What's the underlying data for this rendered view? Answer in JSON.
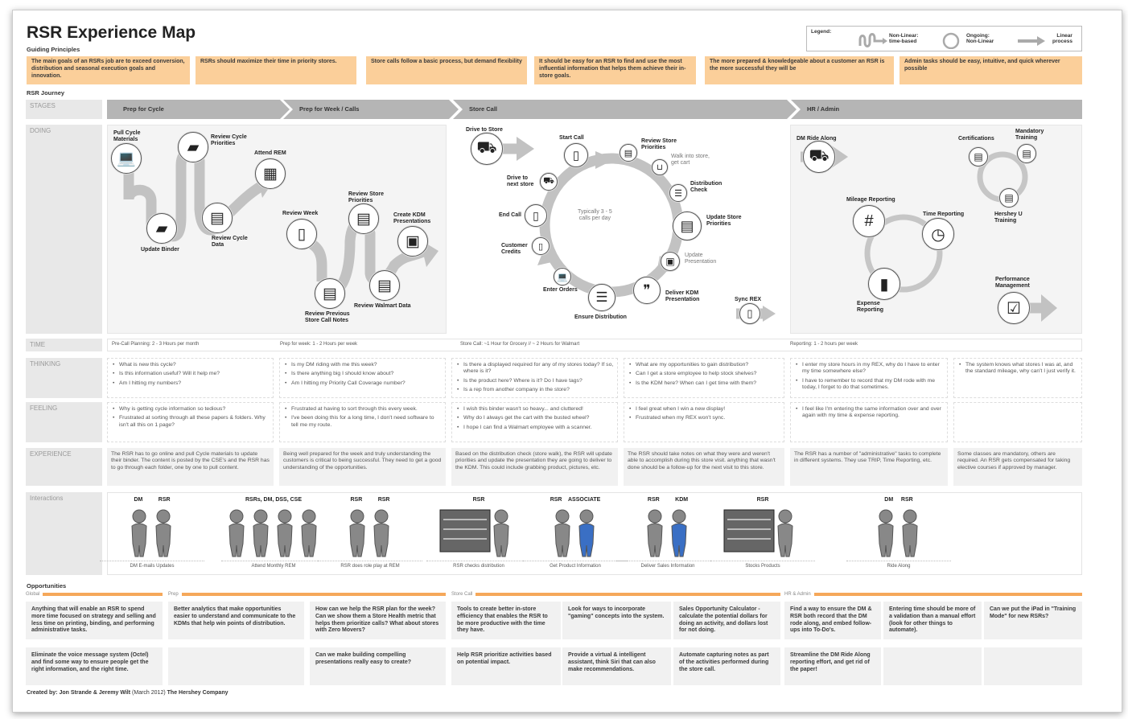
{
  "title": "RSR Experience Map",
  "guiding_label": "Guiding Principles",
  "principles": [
    "The main goals of an RSRs job are to exceed conversion, distribution and seasonal execution goals and innovation.",
    "RSRs should maximize their time in priority stores.",
    "Store calls follow a basic process, but demand flexibility",
    "It should be easy for an RSR to find and use the most influential information that helps them achieve their in-store goals.",
    "The more prepared & knowledgeable about a customer an RSR is the more successful they will be",
    "Admin tasks should be easy, intuitive, and quick wherever possible"
  ],
  "legend": {
    "label": "Legend:",
    "items": [
      "Non-Linear:\ntime-based",
      "Ongoing:\nNon-Linear",
      "Linear\nprocess"
    ]
  },
  "journey_label": "RSR Journey",
  "row_labels": {
    "stages": "STAGES",
    "doing": "DOING",
    "time": "TIME",
    "thinking": "THINKING",
    "feeling": "FEELING",
    "experience": "EXPERIENCE",
    "interactions": "Interactions"
  },
  "stages": [
    "Prep for Cycle",
    "Prep for Week / Calls",
    "Store Call",
    "HR / Admin"
  ],
  "doing": {
    "center_note": "Typically 3 - 5\ncalls per day",
    "nodes": [
      {
        "label": "Pull Cycle\nMaterials",
        "icon": "laptop-icon"
      },
      {
        "label": "Review Cycle\nPriorities",
        "icon": "binder-icon"
      },
      {
        "label": "Attend REM",
        "icon": "calendar-icon"
      },
      {
        "label": "Update Binder",
        "icon": "binder-icon"
      },
      {
        "label": "Review Cycle\nData",
        "icon": "document-icon"
      },
      {
        "label": "Review Week",
        "icon": "phone-icon"
      },
      {
        "label": "Review Store\nPriorities",
        "icon": "document-icon"
      },
      {
        "label": "Create KDM\nPresentations",
        "icon": "presentation-icon"
      },
      {
        "label": "Review Previous\nStore Call Notes",
        "icon": "document-icon"
      },
      {
        "label": "Review Walmart Data",
        "icon": "document-icon"
      },
      {
        "label": "Drive to Store",
        "icon": "car-icon"
      },
      {
        "label": "Start Call",
        "icon": "phone-icon"
      },
      {
        "label": "Review Store\nPriorities",
        "icon": "document-icon"
      },
      {
        "label": "Walk into store,\nget cart",
        "icon": "cart-icon",
        "muted": true
      },
      {
        "label": "Distribution\nCheck",
        "icon": "shelf-icon"
      },
      {
        "label": "Update Store\nPriorities",
        "icon": "document-icon"
      },
      {
        "label": "Update\nPresentation",
        "icon": "presentation-icon",
        "muted": true
      },
      {
        "label": "Deliver KDM\nPresentation",
        "icon": "speech-bubbles-icon"
      },
      {
        "label": "Ensure Distribution",
        "icon": "shelf-icon"
      },
      {
        "label": "Enter Orders",
        "icon": "laptop-icon"
      },
      {
        "label": "Customer\nCredits",
        "icon": "phone-icon"
      },
      {
        "label": "End Call",
        "icon": "phone-icon"
      },
      {
        "label": "Drive to\nnext store",
        "icon": "car-icon"
      },
      {
        "label": "Sync REX",
        "icon": "phone-icon"
      },
      {
        "label": "DM Ride Along",
        "icon": "car-icon"
      },
      {
        "label": "Certifications",
        "icon": "document-icon"
      },
      {
        "label": "Mandatory\nTraining",
        "icon": "document-icon"
      },
      {
        "label": "Hershey U\nTraining",
        "icon": "document-icon"
      },
      {
        "label": "Mileage Reporting",
        "icon": "odometer-icon"
      },
      {
        "label": "Time Reporting",
        "icon": "clock-icon"
      },
      {
        "label": "Expense\nReporting",
        "icon": "bar-chart-icon"
      },
      {
        "label": "Performance\nManagement",
        "icon": "checklist-icon"
      }
    ]
  },
  "time": [
    "Pre-Call Planning: 2 - 3 Hours per month",
    "Prep for week: 1 - 2 Hours per week",
    "Store Call: ~1 Hour for Grocery  //  ~ 2 Hours for Walmart",
    "Reporting: 1 - 2 hours per week"
  ],
  "thinking": [
    [
      "What is new this cycle?",
      "Is this information useful? Will it help me?",
      "Am I hitting my numbers?"
    ],
    [
      "Is my DM riding with me this week?",
      "Is there anything big I should know about?",
      "Am I hitting my Priority Call Coverage number?"
    ],
    [
      "Is there a displayed required for any of my stores today? If so, where is it?",
      "Is the product here? Where is it? Do I have tags?",
      "Is a rep from another company in the store?"
    ],
    [
      "What are my opportunities to gain distribution?",
      "Can I get a store employee to help stock shelves?",
      "Is the KDM here? When can I get time with them?"
    ],
    [
      "I enter my store hours in my REX, why do I have to enter my time somewhere else?",
      "I have to remember to record that my DM rode with me today, I forget to do that sometimes."
    ],
    [
      "The system knows what stores I was at, and the standard mileage, why can't I just verify it."
    ]
  ],
  "feeling": [
    [
      "Why is getting cycle information so tedious?",
      "Frustrated at sorting through all these papers & folders. Why isn't all this on 1 page?"
    ],
    [
      "Frustrated at having to sort through this every week.",
      "I've been doing this for a long time, I don't need software to tell me my route."
    ],
    [
      "I wish this binder wasn't so heavy... and cluttered!",
      "Why do I always get the cart with the busted wheel?",
      "I hope I can find a Walmart employee with a scanner."
    ],
    [
      "I feel great when I win a new display!",
      "Frustrated when my REX won't sync."
    ],
    [
      "I feel like I'm entering the same information over and over again with my time & expense reporting."
    ],
    []
  ],
  "experience": [
    "The RSR has to go online and pull Cycle materials to update their binder. The content is posted by the CSE's and the RSR has to go through each folder, one by one to pull content.",
    "Being well prepared for the week and truly understanding the customers is critical to being successful. They need to get a good understanding of the opportunities.",
    "Based on the distribution check (store walk), the RSR will update priorities and update the presentation they are going to deliver to the KDM. This could include grabbing product, pictures, etc.",
    "The RSR should take notes on what they were and weren't able to accomplish during this store visit. anything that wasn't done should be a follow-up for the next visit to this store.",
    "The RSR has a number of \"administrative\" tasks to complete in different systems. They use TRIP, Time Reporting, etc.",
    "Some classes are mandatory, others are required. An RSR gets compensated for taking elective courses if approved by manager."
  ],
  "interactions": [
    {
      "roles": "DM          RSR",
      "caption": "DM E-mails Updates"
    },
    {
      "roles": "RSRs, DM, DSS, CSE",
      "caption": "Attend Monthly REM"
    },
    {
      "roles": "RSR          RSR",
      "caption": "RSR does role play at REM"
    },
    {
      "roles": "RSR",
      "caption": "RSR checks distribution"
    },
    {
      "roles": "RSR    ASSOCIATE",
      "caption": "Get Product Information"
    },
    {
      "roles": "RSR          KDM",
      "caption": "Deliver Sales Information"
    },
    {
      "roles": "RSR",
      "caption": "Stocks Products"
    },
    {
      "roles": "DM     RSR",
      "caption": "Ride Along"
    }
  ],
  "opportunities": {
    "label": "Opportunities",
    "categories": [
      "Global",
      "Prep",
      "Store Call",
      "HR & Admin"
    ],
    "rows": [
      [
        "Anything that will enable an RSR to spend more time focused on strategy and selling and less time on printing, binding, and performing administrative tasks.",
        "Better analytics that make opportunities easier to understand and communicate to the KDMs that help win points of distribution.",
        "How can we help the RSR plan for the week? Can we show them a Store Health metric that helps them prioritize calls? What about stores with Zero Movers?",
        "Tools to create better in-store efficiency that enables the RSR to be more productive with the time they have.",
        "Look for ways to incorporate \"gaming\" concepts into the system.",
        "Sales Opportunity Calculator - calculate the potential dollars for doing an activity, and dollars lost for not doing.",
        "Find a way to ensure the DM & RSR both record that the DM rode along, and embed follow-ups into To-Do's.",
        "Entering time should be more of a validation than a manual effort (look for other things to automate).",
        "Can we put the iPad in \"Training Mode\" for new RSRs?"
      ],
      [
        "Eliminate the voice message system (Octel) and find some way to ensure people get the right information, and the right time.",
        "",
        "Can we make building compelling presentations really easy to create?",
        "Help RSR prioritize activities based on potential impact.",
        "Provide a virtual & intelligent assistant, think Siri that can also make recommendations.",
        "Automate capturing notes as part of the activities performed during the store call.",
        "Streamline the DM Ride Along reporting effort, and get rid of the paper!",
        "",
        ""
      ]
    ]
  },
  "credit": {
    "prefix": "Created by: Jon Strande & Jeremy Wilt",
    "date": "(March 2012)",
    "company": "The Hershey Company"
  },
  "colors": {
    "principle": "#fbcf9a",
    "opportunity_bar": "#f5a85a",
    "stage": "#b5b5b5",
    "shirt_blue": "#3a6fc4"
  }
}
